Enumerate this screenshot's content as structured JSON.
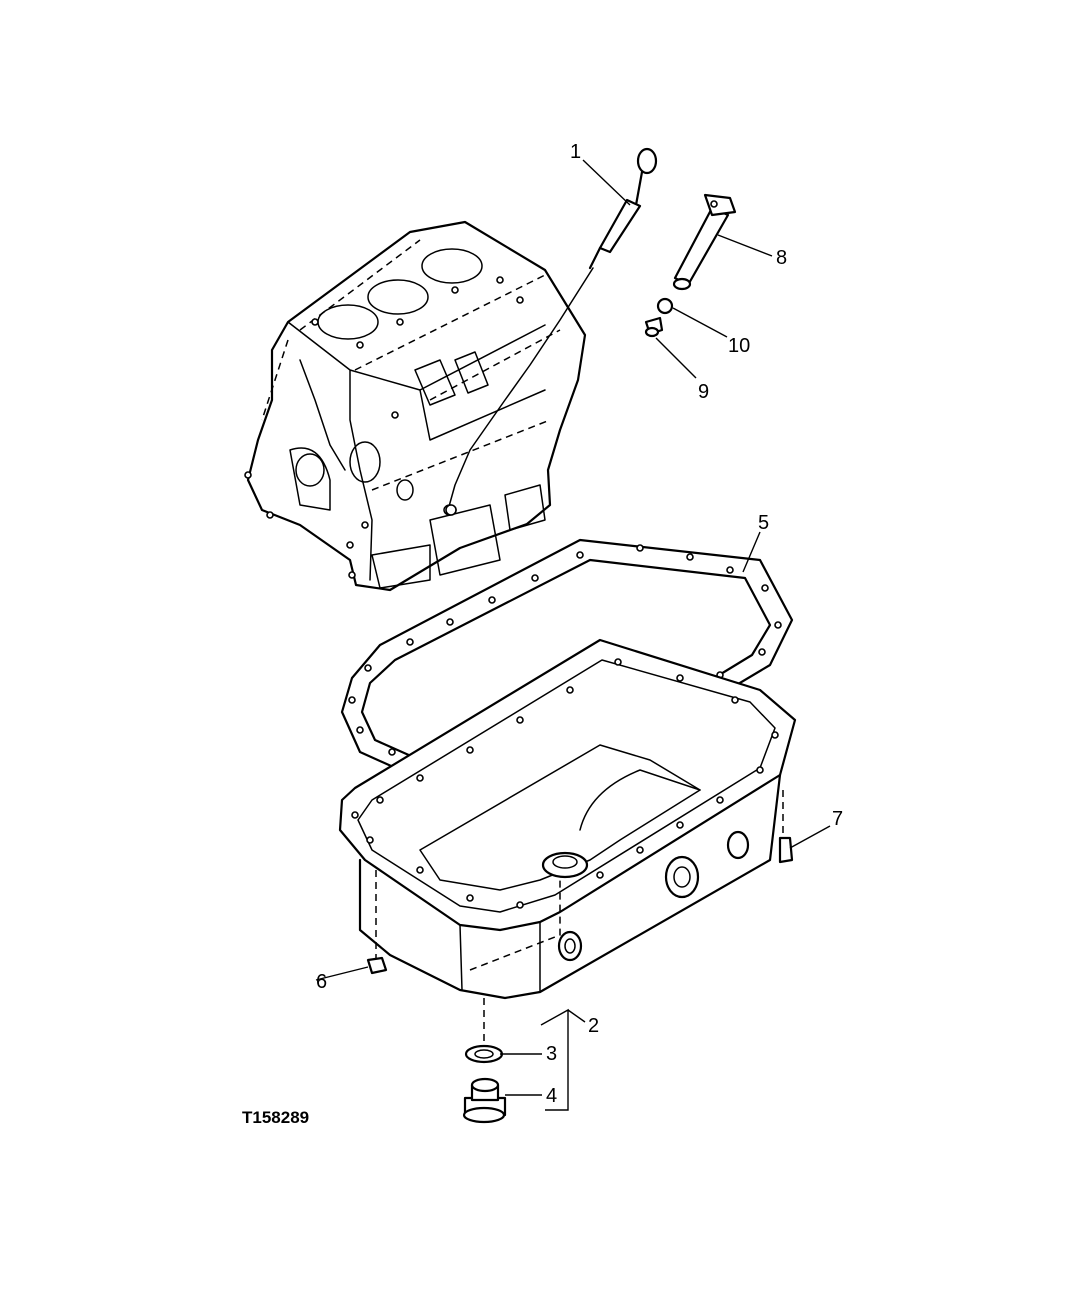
{
  "figure_code": "T158289",
  "callouts": [
    {
      "id": "callout-1",
      "text": "1"
    },
    {
      "id": "callout-2",
      "text": "2"
    },
    {
      "id": "callout-3",
      "text": "3"
    },
    {
      "id": "callout-4",
      "text": "4"
    },
    {
      "id": "callout-5",
      "text": "5"
    },
    {
      "id": "callout-6",
      "text": "6"
    },
    {
      "id": "callout-7",
      "text": "7"
    },
    {
      "id": "callout-8",
      "text": "8"
    },
    {
      "id": "callout-9",
      "text": "9"
    },
    {
      "id": "callout-10",
      "text": "10"
    }
  ]
}
